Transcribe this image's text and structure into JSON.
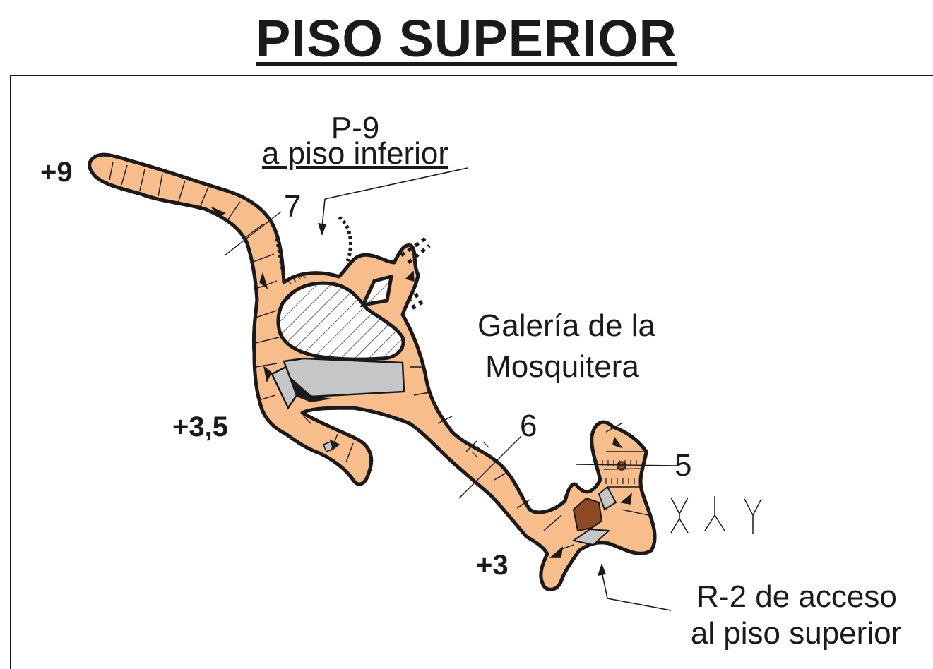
{
  "title": "PISO SUPERIOR",
  "labels": {
    "p9_line1": "P-9",
    "p9_line2": "a piso inferior",
    "gallery_line1": "Galería de la",
    "gallery_line2": "Mosquitera",
    "r2_line1": "R-2 de acceso",
    "r2_line2": "al piso superior"
  },
  "altitudes": {
    "a9": "+9",
    "a35": "+3,5",
    "a3": "+3"
  },
  "stations": {
    "s7": "7",
    "s6": "6",
    "s5": "5"
  },
  "colors": {
    "cave_fill": "#f7bd8b",
    "block_fill": "#c4c6c8",
    "clay_fill": "#8c4a22",
    "ink": "#1a1a1a"
  },
  "icons": [
    "plant-symbol",
    "plant-symbol",
    "plant-symbol"
  ]
}
